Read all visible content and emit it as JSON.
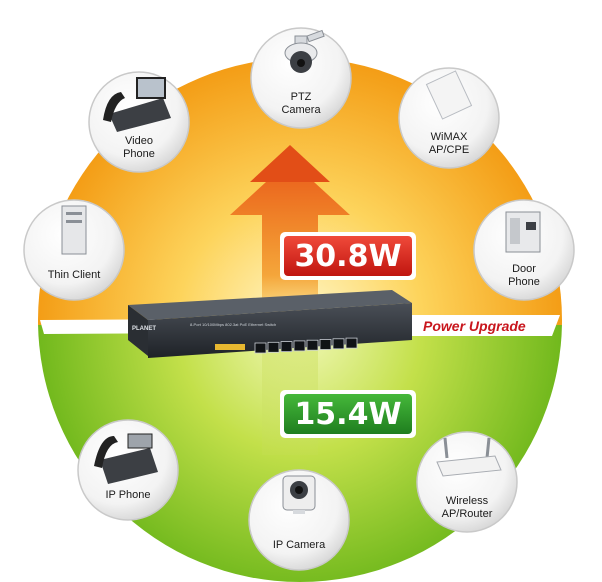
{
  "diagram": {
    "power_high": "30.8W",
    "power_low": "15.4W",
    "upgrade_label": "Power Upgrade",
    "device": {
      "brand": "PLANET",
      "model_text": "8-Port 10/100Mbps 802.3at PoE Ethernet Switch"
    },
    "nodes": [
      {
        "id": "ptz-camera",
        "lines": [
          "PTZ",
          "Camera"
        ]
      },
      {
        "id": "wimax",
        "lines": [
          "WiMAX",
          "AP/CPE"
        ]
      },
      {
        "id": "door-phone",
        "lines": [
          "Door",
          "Phone"
        ]
      },
      {
        "id": "wireless-router",
        "lines": [
          "Wireless",
          "AP/Router"
        ]
      },
      {
        "id": "ip-camera",
        "lines": [
          "IP Camera"
        ]
      },
      {
        "id": "ip-phone",
        "lines": [
          "IP Phone"
        ]
      },
      {
        "id": "thin-client",
        "lines": [
          "Thin Client"
        ]
      },
      {
        "id": "video-phone",
        "lines": [
          "Video",
          "Phone"
        ]
      }
    ],
    "colors": {
      "upper": "#f7a11a",
      "upper_center": "#fff6c8",
      "lower": "#7cc11e",
      "lower_center": "#eef7b0",
      "arrow": "#e8641b",
      "badge_high": "#d8231f",
      "badge_low": "#2f9a2c",
      "upgrade_text": "#c8161d"
    }
  }
}
